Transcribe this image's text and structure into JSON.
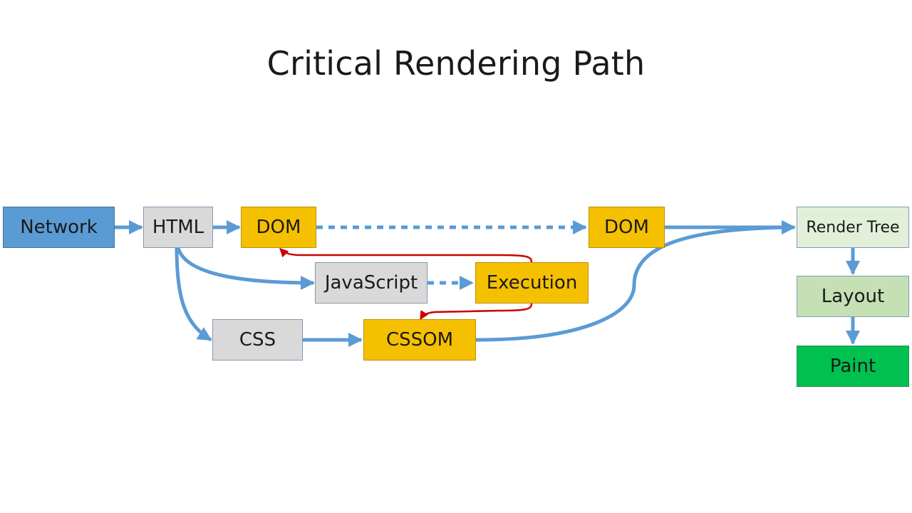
{
  "slide": {
    "title": "Critical Rendering Path"
  },
  "nodes": {
    "network": "Network",
    "html": "HTML",
    "dom_initial": "DOM",
    "javascript": "JavaScript",
    "execution": "Execution",
    "css": "CSS",
    "cssom": "CSSOM",
    "dom_final": "DOM",
    "render_tree": "Render Tree",
    "layout": "Layout",
    "paint": "Paint"
  },
  "colors": {
    "network": "#5b9bd5",
    "source": "#d9d9d9",
    "object_model": "#f5c000",
    "render_tree": "#e2f0d9",
    "layout": "#c5e0b4",
    "paint": "#00c050",
    "flow_arrow": "#5b9bd5",
    "blocking_arrow": "#cc0000"
  }
}
